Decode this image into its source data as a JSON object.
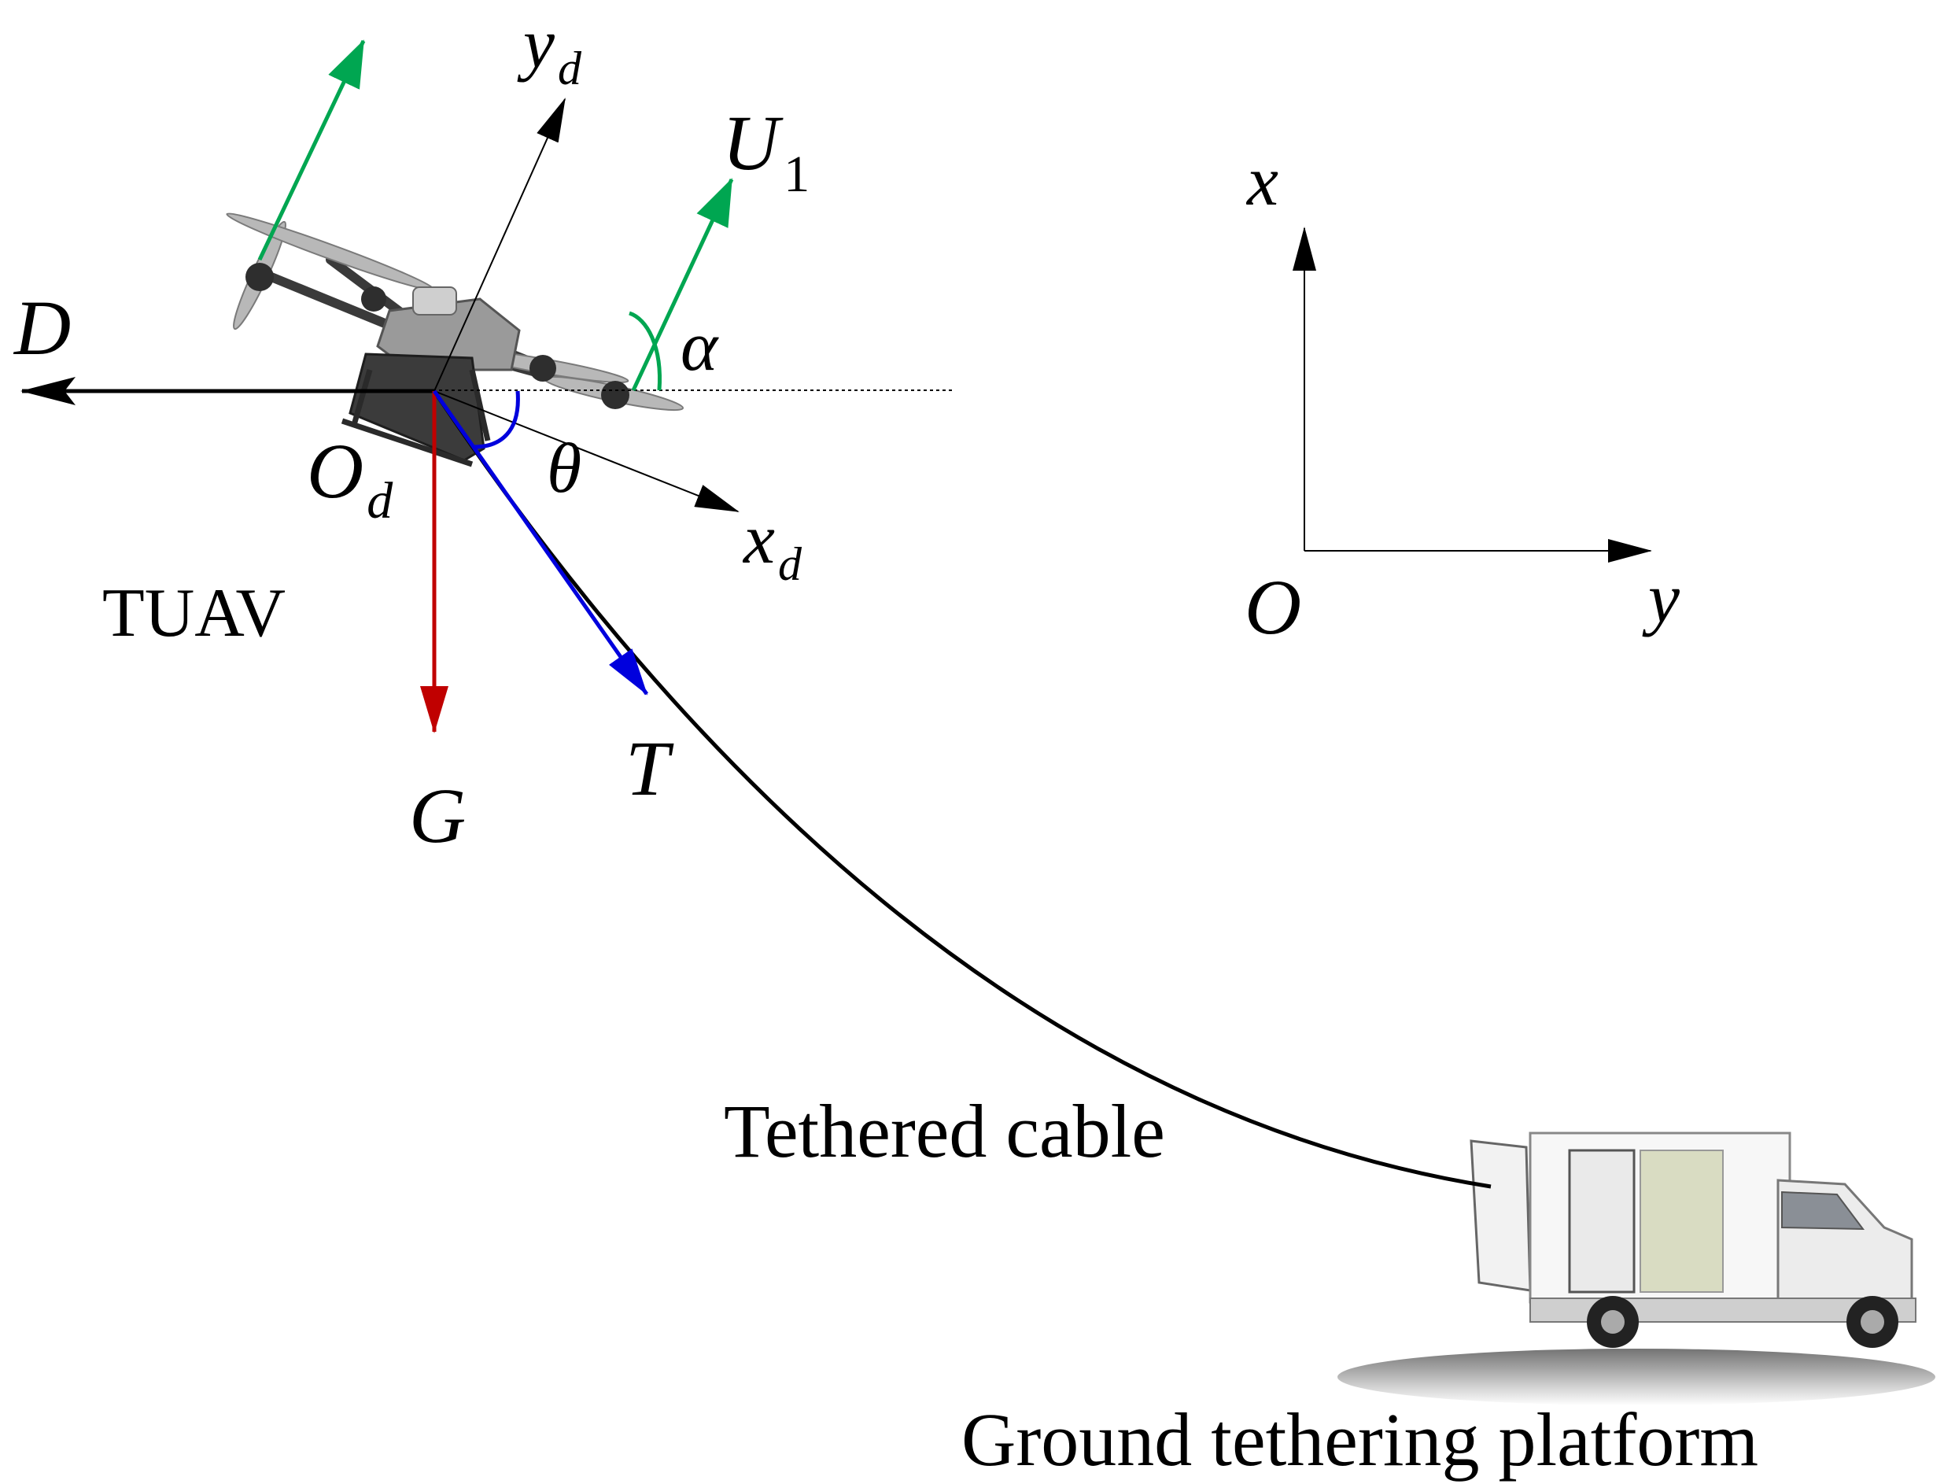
{
  "labels": {
    "yd": "y",
    "yd_sub": "d",
    "xd": "x",
    "xd_sub": "d",
    "u1": "U",
    "u1_sub": "1",
    "alpha": "α",
    "theta": "θ",
    "d": "D",
    "od": "O",
    "od_sub": "d",
    "tuav": "TUAV",
    "g": "G",
    "t": "T",
    "x": "x",
    "y": "y",
    "o": "O",
    "cable": "Tethered cable",
    "platform": "Ground tethering platform"
  },
  "colors": {
    "thrust": "#00a651",
    "gravity": "#c00000",
    "tension": "#0000dd",
    "axes": "#000000",
    "cable": "#000000"
  }
}
